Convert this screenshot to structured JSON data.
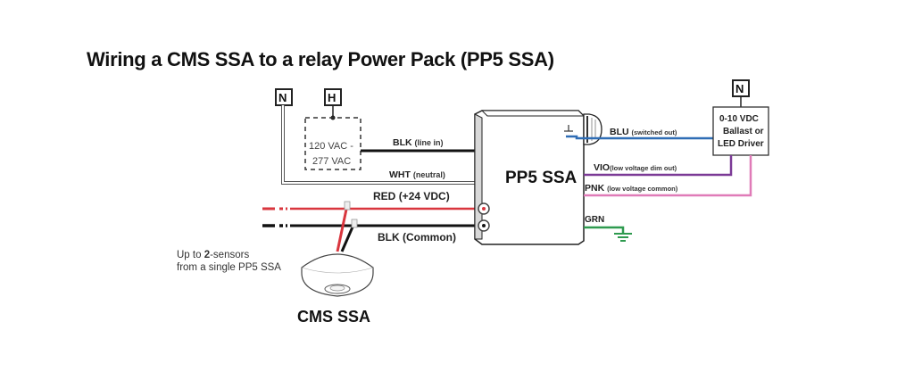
{
  "title": "Wiring a CMS SSA to a relay Power Pack (PP5 SSA)",
  "terminals": {
    "neutral_left": "N",
    "hot": "H",
    "neutral_right": "N"
  },
  "supply": {
    "line1": "120 VAC -",
    "line2": "277 VAC"
  },
  "power_pack": {
    "name": "PP5 SSA"
  },
  "driver": {
    "line1": "0-10 VDC",
    "line2": "Ballast or",
    "line3": "LED Driver"
  },
  "sensor": {
    "name": "CMS SSA",
    "note_line1_pre": "Up to ",
    "note_line1_bold": "2",
    "note_line1_post": "-sensors",
    "note_line2": "from a single PP5 SSA"
  },
  "wires": {
    "blk_line": {
      "color_code": "BLK",
      "desc": "(line in)",
      "color": "#111111"
    },
    "wht_neutral": {
      "color_code": "WHT",
      "desc": "(neutral)",
      "color": "#bbbbbb"
    },
    "red": {
      "color_code": "RED",
      "desc": "(+24 VDC)",
      "color": "#d9363e"
    },
    "blk_common": {
      "color_code": "BLK",
      "desc": "(Common)",
      "color": "#111111"
    },
    "blu": {
      "color_code": "BLU",
      "desc": "(switched out)",
      "color": "#2f6db5"
    },
    "vio": {
      "color_code": "VIO",
      "desc": "(low voltage dim out)",
      "color": "#7b3a96"
    },
    "pnk": {
      "color_code": "PNK",
      "desc": "(low voltage common)",
      "color": "#e07bb8"
    },
    "grn": {
      "color_code": "GRN",
      "desc": "",
      "color": "#2e9a4f"
    }
  }
}
